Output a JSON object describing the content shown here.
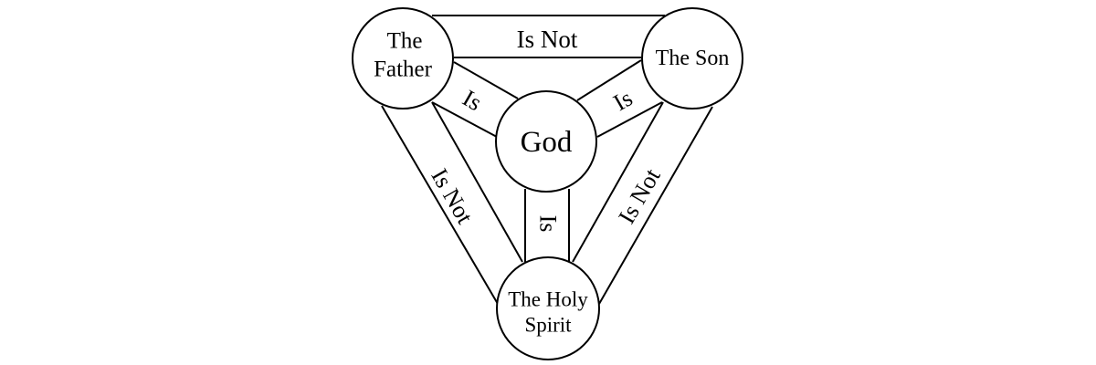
{
  "nodes": {
    "father": {
      "line1": "The",
      "line2": "Father"
    },
    "son": {
      "label": "The Son"
    },
    "god": {
      "label": "God"
    },
    "spirit": {
      "line1": "The Holy",
      "line2": "Spirit"
    }
  },
  "links": {
    "father_son": "Is Not",
    "father_god": "Is",
    "son_god": "Is",
    "spirit_god": "Is",
    "father_spirit": "Is Not",
    "son_spirit": "Is Not"
  }
}
